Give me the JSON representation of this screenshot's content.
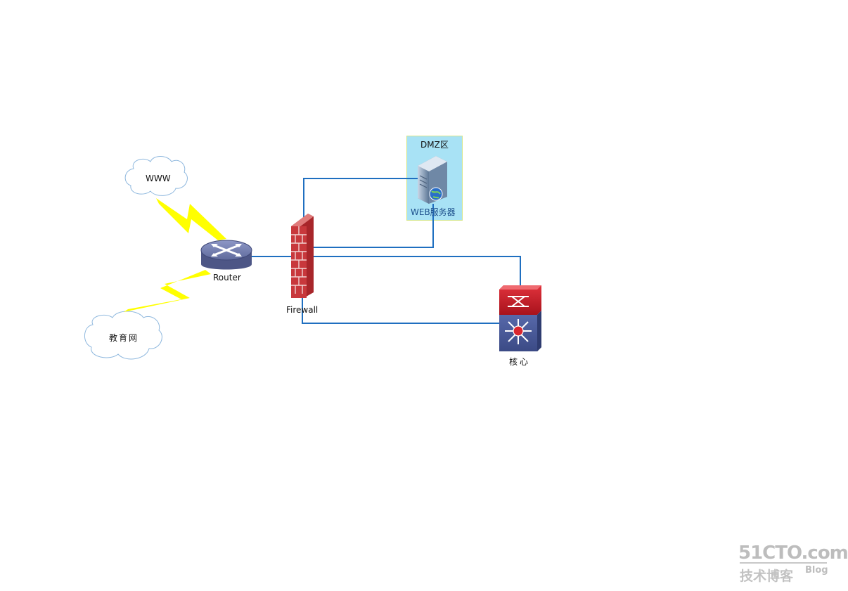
{
  "nodes": {
    "www": "WWW",
    "edu": "教育网",
    "router": "Router",
    "firewall": "Firewall",
    "dmz": "DMZ区",
    "web_server": "WEB服务器",
    "core": "核心"
  },
  "watermark": {
    "brand": "51CTO.com",
    "sub": "技术博客",
    "blog": "Blog"
  },
  "colors": {
    "link": "#1f6fc0",
    "lightning": "#ffff00",
    "dmz_bg": "#a8e2f5",
    "firewall": "#c0393b",
    "router": "#6d78a8",
    "core_top": "#c41e2a",
    "core_bottom": "#4a5b98"
  }
}
